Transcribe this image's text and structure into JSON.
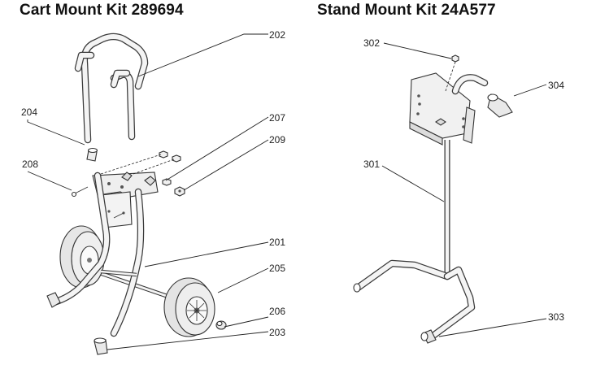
{
  "titles": {
    "cart": "Cart Mount Kit 289694",
    "stand": "Stand Mount Kit 24A577"
  },
  "callouts": {
    "p201": "201",
    "p202": "202",
    "p203": "203",
    "p204": "204",
    "p205": "205",
    "p206": "206",
    "p207": "207",
    "p208": "208",
    "p209": "209",
    "p301": "301",
    "p302": "302",
    "p303": "303",
    "p304": "304"
  },
  "colors": {
    "line": "#333333",
    "metal": "#f4f4f4",
    "tire": "#e6e6e6"
  }
}
